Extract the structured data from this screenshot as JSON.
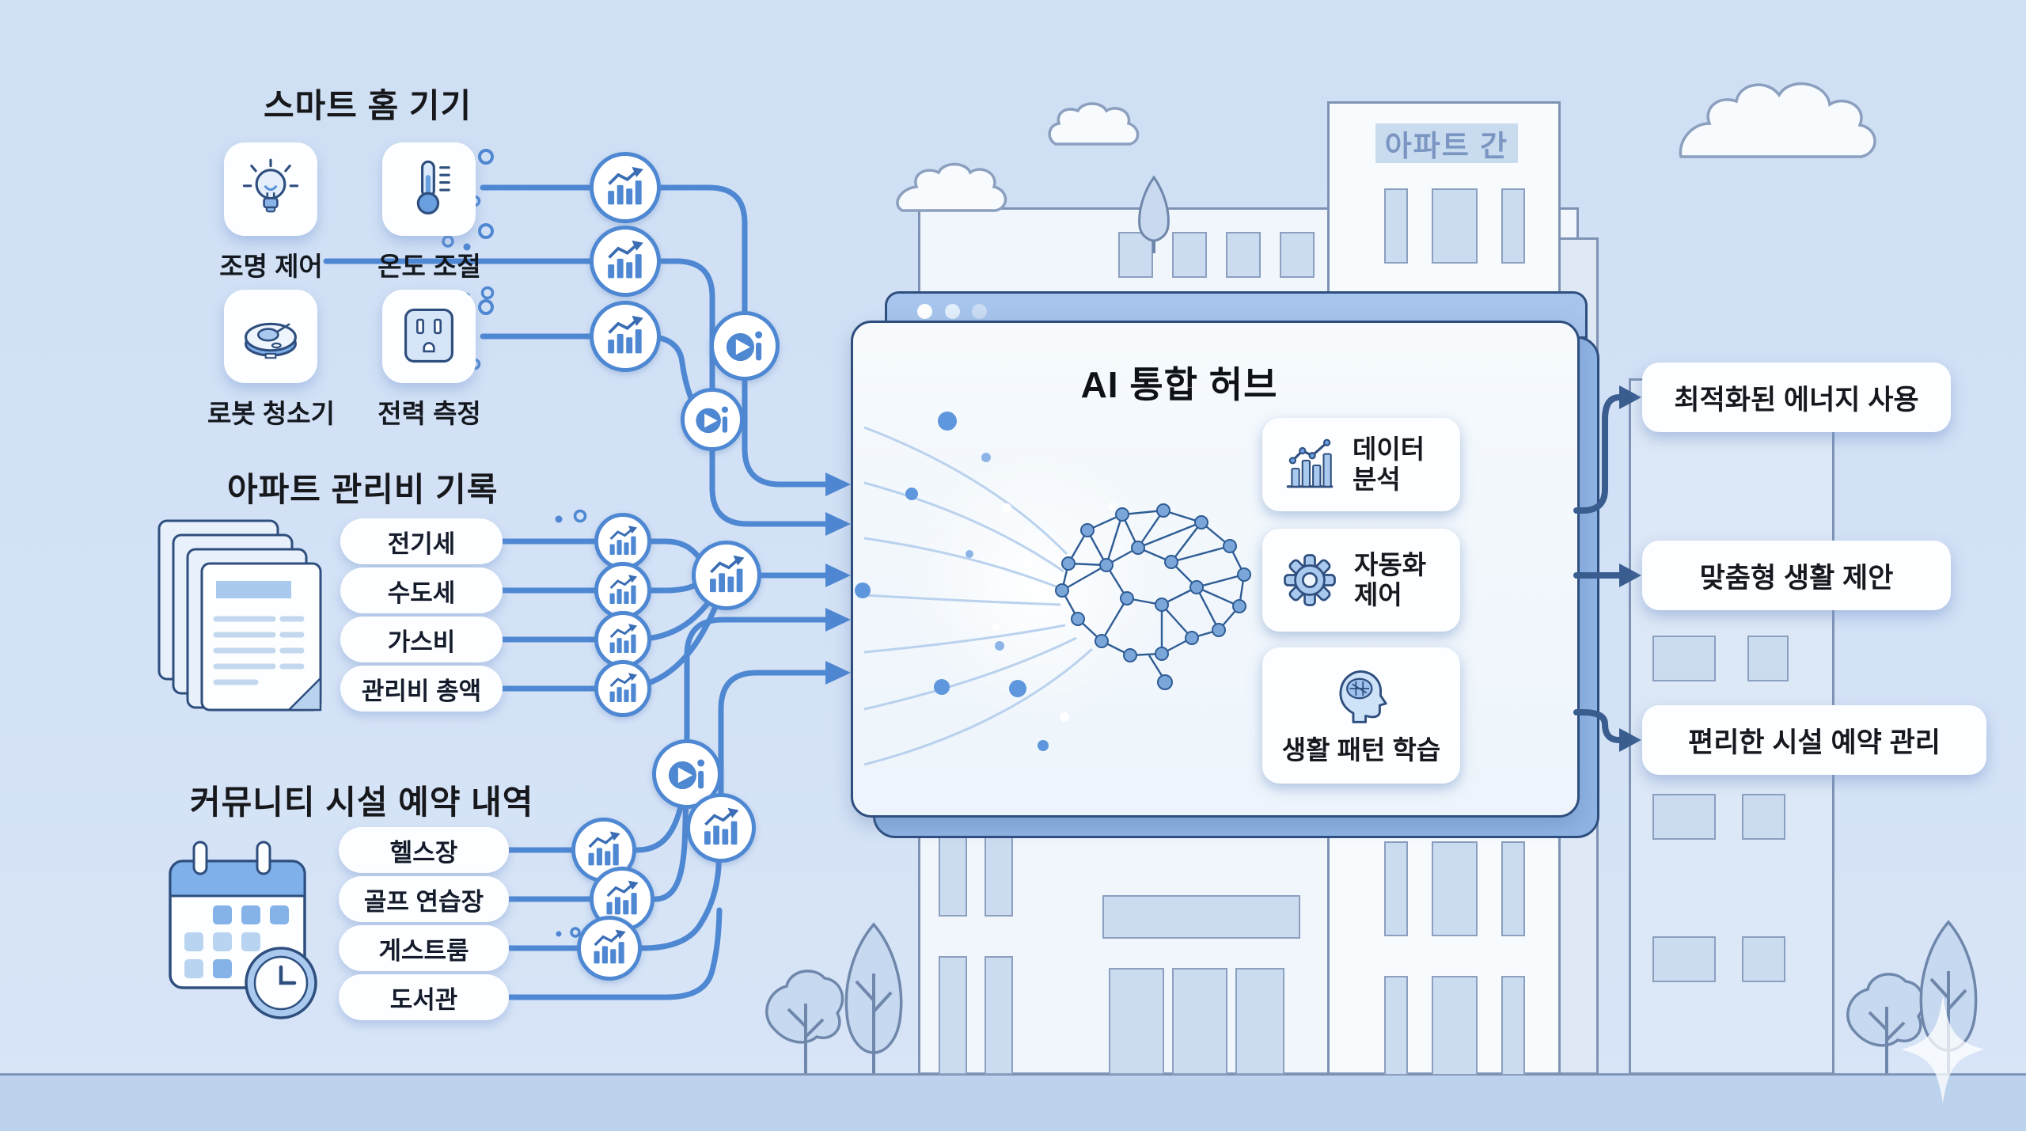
{
  "colors": {
    "accent": "#4e87d2",
    "navy_outline": "#2e4e7e",
    "arrow_navy": "#3a5d8f",
    "sky": "#d2e1f5",
    "ground": "#bdd2ec"
  },
  "sections": {
    "smart_home": {
      "title": "스마트 홈 기기",
      "devices": [
        {
          "label": "조명 제어",
          "icon": "lightbulb-icon"
        },
        {
          "label": "온도 조절",
          "icon": "thermometer-icon"
        },
        {
          "label": "로봇 청소기",
          "icon": "robot-vacuum-icon"
        },
        {
          "label": "전력 측정",
          "icon": "power-outlet-icon"
        }
      ]
    },
    "fees": {
      "title": "아파트 관리비 기록",
      "icon": "documents-icon",
      "items": [
        "전기세",
        "수도세",
        "가스비",
        "관리비 총액"
      ]
    },
    "community": {
      "title": "커뮤니티 시설 예약 내역",
      "icon": "calendar-clock-icon",
      "items": [
        "헬스장",
        "골프 연습장",
        "게스트룸",
        "도서관"
      ]
    }
  },
  "hub": {
    "title": "AI 통합 허브",
    "features": [
      {
        "label": "데이터 분석",
        "icon": "analytics-chart-icon"
      },
      {
        "label": "자동화 제어",
        "icon": "gear-icon"
      },
      {
        "label": "생활 패턴 학습",
        "icon": "head-brain-icon"
      }
    ]
  },
  "outputs": [
    {
      "label": "최적화된 에너지 사용"
    },
    {
      "label": "맞춤형 생활 제안"
    },
    {
      "label": "편리한 시설 예약 관리"
    }
  ],
  "background": {
    "building_sign": "아파트 간"
  }
}
